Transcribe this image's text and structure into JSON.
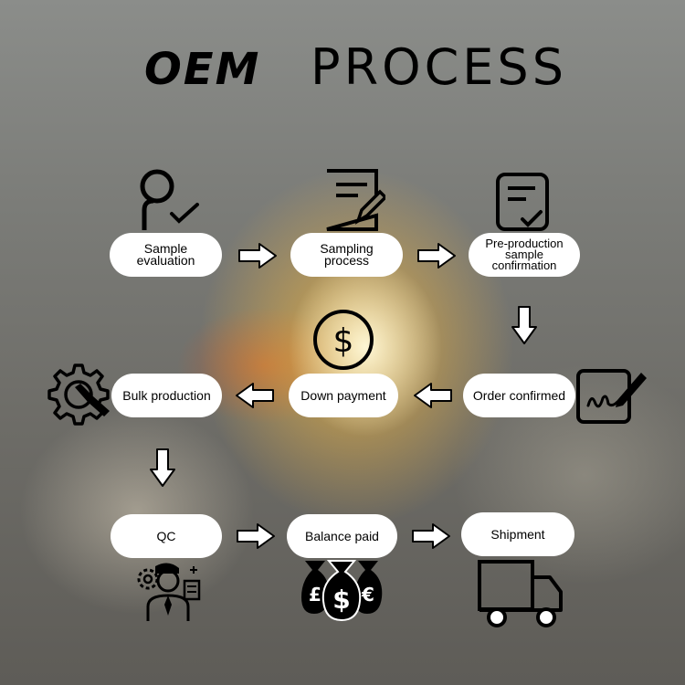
{
  "title": {
    "brand": "OEM",
    "word": "PROCESS"
  },
  "steps": [
    {
      "label": "Sample\nevaluation",
      "icon": "person-check-icon"
    },
    {
      "label": "Sampling\nprocess",
      "icon": "document-edit-icon"
    },
    {
      "label": "Pre-production\nsample\nconfirmation",
      "icon": "document-check-icon"
    },
    {
      "label": "Order confirmed",
      "icon": "signature-icon"
    },
    {
      "label": "Down payment",
      "icon": "dollar-coin-icon"
    },
    {
      "label": "Bulk production",
      "icon": "gear-wrench-icon"
    },
    {
      "label": "QC",
      "icon": "inspector-icon"
    },
    {
      "label": "Balance paid",
      "icon": "money-bags-icon"
    },
    {
      "label": "Shipment",
      "icon": "truck-icon"
    }
  ],
  "colors": {
    "pill": "#ffffff",
    "icon": "#000000",
    "arrow_fill": "#ffffff",
    "arrow_stroke": "#000000"
  },
  "icon_glyphs": {
    "dollar": "$",
    "pound": "£",
    "euro": "€"
  }
}
